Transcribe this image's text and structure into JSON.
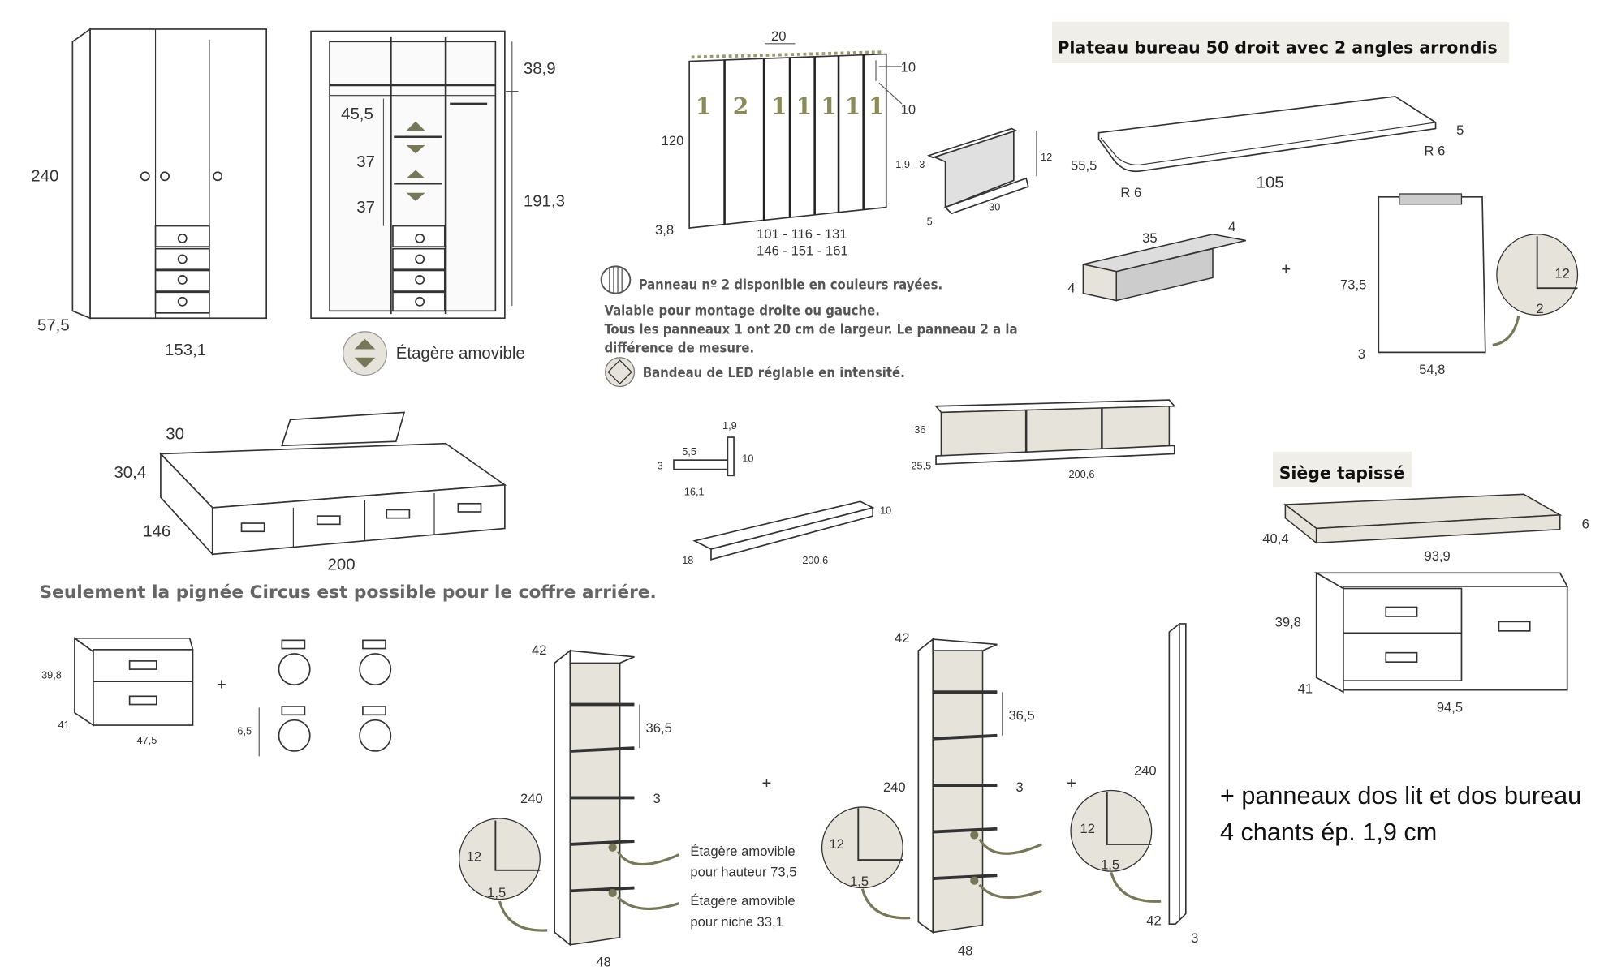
{
  "wardrobe": {
    "dims": [
      "240",
      "57,5",
      "153,1",
      "38,9",
      "45,5",
      "37",
      "37",
      "191,3"
    ],
    "legend": "Étagère amovible"
  },
  "headboard": {
    "dims": [
      "20",
      "10",
      "10",
      "120",
      "3,8",
      "101 - 116 - 131",
      "146 - 151 - 161"
    ],
    "panel_numbers": [
      "1",
      "2",
      "1",
      "1",
      "1",
      "1",
      "1"
    ]
  },
  "bracket": {
    "dims": [
      "1,9 - 3",
      "12",
      "5",
      "30"
    ]
  },
  "notes": {
    "striped": "Panneau nº 2 disponible en couleurs rayées.",
    "line1": "Valable pour montage droite ou gauche.",
    "line2": "Tous les panneaux 1 ont 20 cm de largeur. Le panneau 2 a la",
    "line3": "différence de mesure.",
    "led": "Bandeau de LED réglable en intensité."
  },
  "desk": {
    "title": "Plateau bureau 50 droit avec 2 angles arrondis",
    "dims": [
      "5",
      "R 6",
      "55,5",
      "R 6",
      "105"
    ],
    "angle_dims": [
      "35",
      "4",
      "4"
    ],
    "plus": "+",
    "panel_dims": [
      "73,5",
      "3",
      "54,8",
      "12",
      "2"
    ]
  },
  "bed": {
    "dims": [
      "30",
      "30,4",
      "146",
      "200"
    ],
    "note": "Seulement la pignée Circus est possible pour le coffre arriére."
  },
  "small_shelf": {
    "dims": [
      "1,9",
      "5,5",
      "3",
      "10",
      "16,1",
      "10",
      "18",
      "200,6"
    ]
  },
  "wall_shelf": {
    "dims": [
      "36",
      "25,5",
      "200,6"
    ]
  },
  "seat": {
    "title": "Siège tapissé",
    "dims": [
      "6",
      "40,4",
      "93,9"
    ]
  },
  "bench": {
    "dims": [
      "39,8",
      "41",
      "94,5"
    ]
  },
  "nightstand": {
    "dims": [
      "39,8",
      "41",
      "47,5"
    ],
    "plus": "+",
    "caster_dim": "6,5"
  },
  "bookcase1": {
    "dims": [
      "42",
      "36,5",
      "240",
      "3",
      "12",
      "1,5",
      "48"
    ],
    "shelf_note1": [
      "Étagère amovible",
      "pour hauteur 73,5"
    ],
    "shelf_note2": [
      "Étagère amovible",
      "pour niche 33,1"
    ]
  },
  "plus1": "+",
  "bookcase2": {
    "dims": [
      "42",
      "36,5",
      "240",
      "3",
      "12",
      "1,5",
      "48"
    ]
  },
  "plus2": "+",
  "side_panel": {
    "dims": [
      "240",
      "12",
      "1,5",
      "42",
      "3"
    ]
  },
  "footer": {
    "line1": "+ panneaux dos lit et dos bureau",
    "line2": "4 chants ép. 1,9 cm"
  },
  "colors": {
    "accent": "#77785a",
    "panel_fill": "#e6e4da",
    "title_bg": "#efeee8"
  }
}
